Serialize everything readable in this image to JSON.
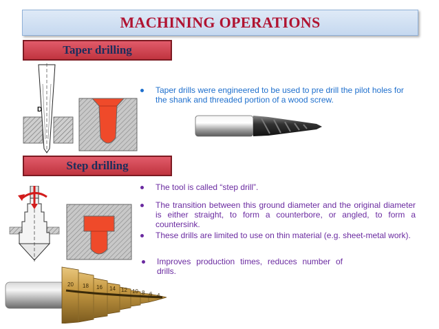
{
  "slide": {
    "title": "MACHINING OPERATIONS",
    "taper": {
      "heading": "Taper drilling",
      "diagram_label": "D",
      "bullets": [
        "Taper drills were engineered to be used to pre drill the pilot holes for the shank and threaded portion of a wood screw."
      ]
    },
    "step": {
      "heading": "Step drilling",
      "bullets": [
        "The tool is called “step drill”.",
        "The transition between this ground diameter and the original diameter is either straight, to form a counterbore, or angled, to form a countersink.",
        "These drills are limited to use on thin material (e.g. sheet-metal work).",
        "Improves production times, reduces number of drills."
      ],
      "drill_markings": [
        "20",
        "18",
        "16",
        "14",
        "12",
        "10",
        "8",
        "6",
        "4"
      ]
    },
    "colors": {
      "title": "#b01432",
      "section_bar": "#c0343f",
      "section_text": "#1a2d5c",
      "bullet_blue": "#1e6fcd",
      "bullet_purple": "#6a2aa0",
      "cut_zone": "#ef4a2a"
    }
  }
}
